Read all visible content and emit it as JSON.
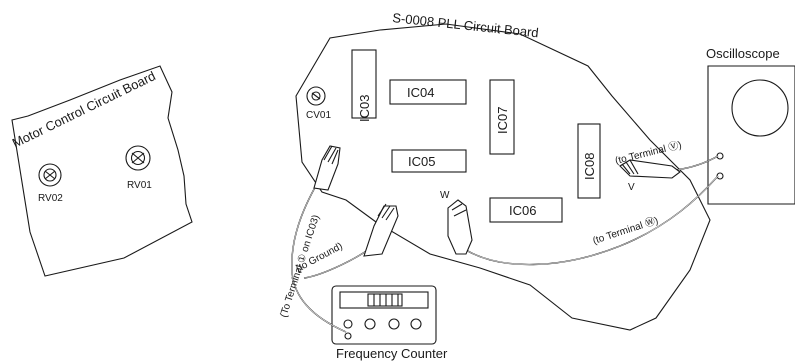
{
  "labels": {
    "motor_board": "Motor Control Circuit Board",
    "rv02": "RV02",
    "rv01": "RV01",
    "pll_board": "S-0008 PLL Circuit Board",
    "ic03": "IC03",
    "ic04": "IC04",
    "ic05": "IC05",
    "ic06": "IC06",
    "ic07": "IC07",
    "ic08": "IC08",
    "cv01": "CV01",
    "oscilloscope": "Oscilloscope",
    "to_terminal_v": "(to Terminal Ⓥ)",
    "to_terminal_w": "(to Terminal Ⓦ)",
    "point_v": "V",
    "point_w": "W",
    "to_ground": "(to Ground)",
    "to_terminal_1": "(To Terminal ① on IC03)",
    "frequency_counter": "Frequency Counter"
  }
}
